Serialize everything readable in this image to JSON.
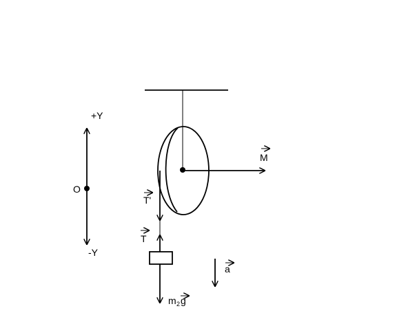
{
  "axis": {
    "plus_label": "+Y",
    "minus_label": "-Y",
    "origin_label": "O"
  },
  "vectors": {
    "moment_label": "M",
    "tension_prime_label": "T'",
    "tension_label": "T",
    "acceleration_label": "a",
    "weight_label_base": "m",
    "weight_label_sub": "2",
    "weight_label_tail": "g"
  }
}
